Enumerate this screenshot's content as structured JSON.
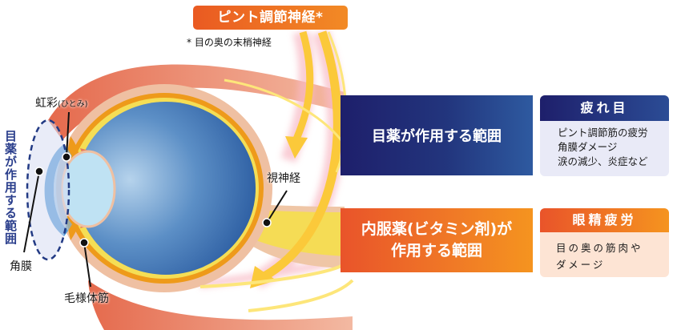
{
  "header": {
    "title": "ピント調節神経*",
    "footnote": "* 目の奥の末梢神経"
  },
  "labels": {
    "iris_main": "虹彩",
    "iris_sub": "(ひとみ)",
    "cornea": "角膜",
    "ciliary_muscle": "毛様体筋",
    "optic_nerve": "視神経",
    "eyedrop_range_vertical": "目薬が作用する範囲"
  },
  "ranges": {
    "eyedrop": {
      "label": "目薬が作用する範囲",
      "color": "#1e1f6b"
    },
    "oral": {
      "line1": "内服薬(ビタミン剤)が",
      "line2": "作用する範囲",
      "color": "#ee6a25"
    }
  },
  "cards": {
    "tired_eyes": {
      "title": "疲れ目",
      "items": [
        "ピント調節筋の疲労",
        "角膜ダメージ",
        "涙の減少、炎症など"
      ]
    },
    "eye_strain": {
      "title": "眼精疲労",
      "items": [
        "目の奥の筋肉や",
        "ダメージ"
      ]
    }
  },
  "colors": {
    "navy": "#1e1f6b",
    "orange": "#ee6a25",
    "eyeball_blue": "#2f5fa3",
    "nerve_yellow": "#f7dc4a",
    "muscle_red": "#e8755a",
    "sclera_pink": "#f0b99a"
  }
}
